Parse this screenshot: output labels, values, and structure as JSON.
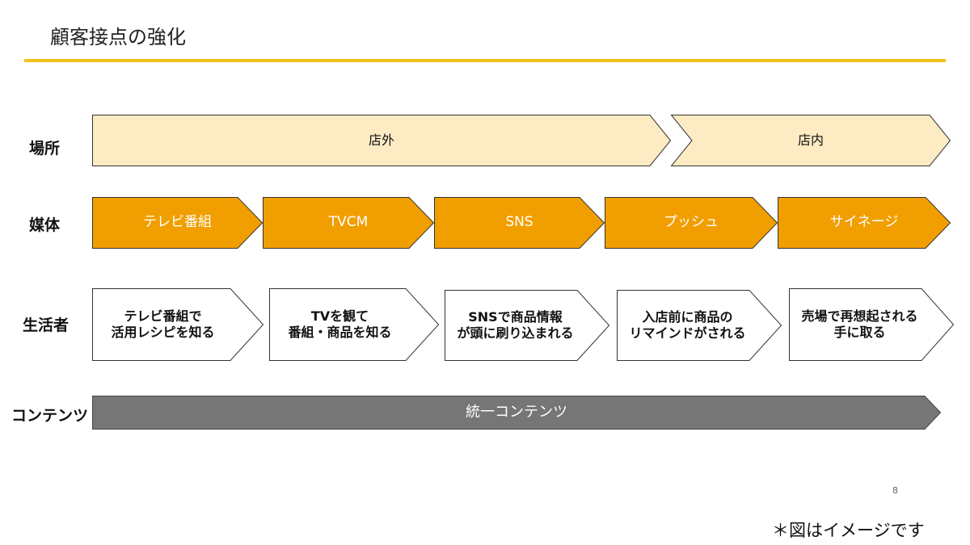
{
  "title": "顧客接点の強化",
  "accent_color": "#F2C21A",
  "row_labels": {
    "place": "場所",
    "media": "媒体",
    "consumer": "生活者",
    "content": "コンテンツ"
  },
  "place": {
    "fill": "#FDEBC4",
    "items": [
      {
        "label": "店外"
      },
      {
        "label": "店内"
      }
    ]
  },
  "media": {
    "fill": "#F19E00",
    "items": [
      {
        "label": "テレビ番組"
      },
      {
        "label": "TVCM"
      },
      {
        "label": "SNS"
      },
      {
        "label": "プッシュ"
      },
      {
        "label": "サイネージ"
      }
    ]
  },
  "consumer": {
    "fill": "#ffffff",
    "items": [
      {
        "line1": "テレビ番組で",
        "line2": "活用レシピを知る"
      },
      {
        "line1": "TVを観て",
        "line2": "番組・商品を知る"
      },
      {
        "line1": "SNSで商品情報",
        "line2": "が頭に刷り込まれる"
      },
      {
        "line1": "入店前に商品の",
        "line2": "リマインドがされる"
      },
      {
        "line1": "売場で再想起される",
        "line2": "手に取る"
      }
    ]
  },
  "content": {
    "fill": "#767676",
    "label": "統一コンテンツ"
  },
  "page_number": "8",
  "footnote": "＊図はイメージです"
}
